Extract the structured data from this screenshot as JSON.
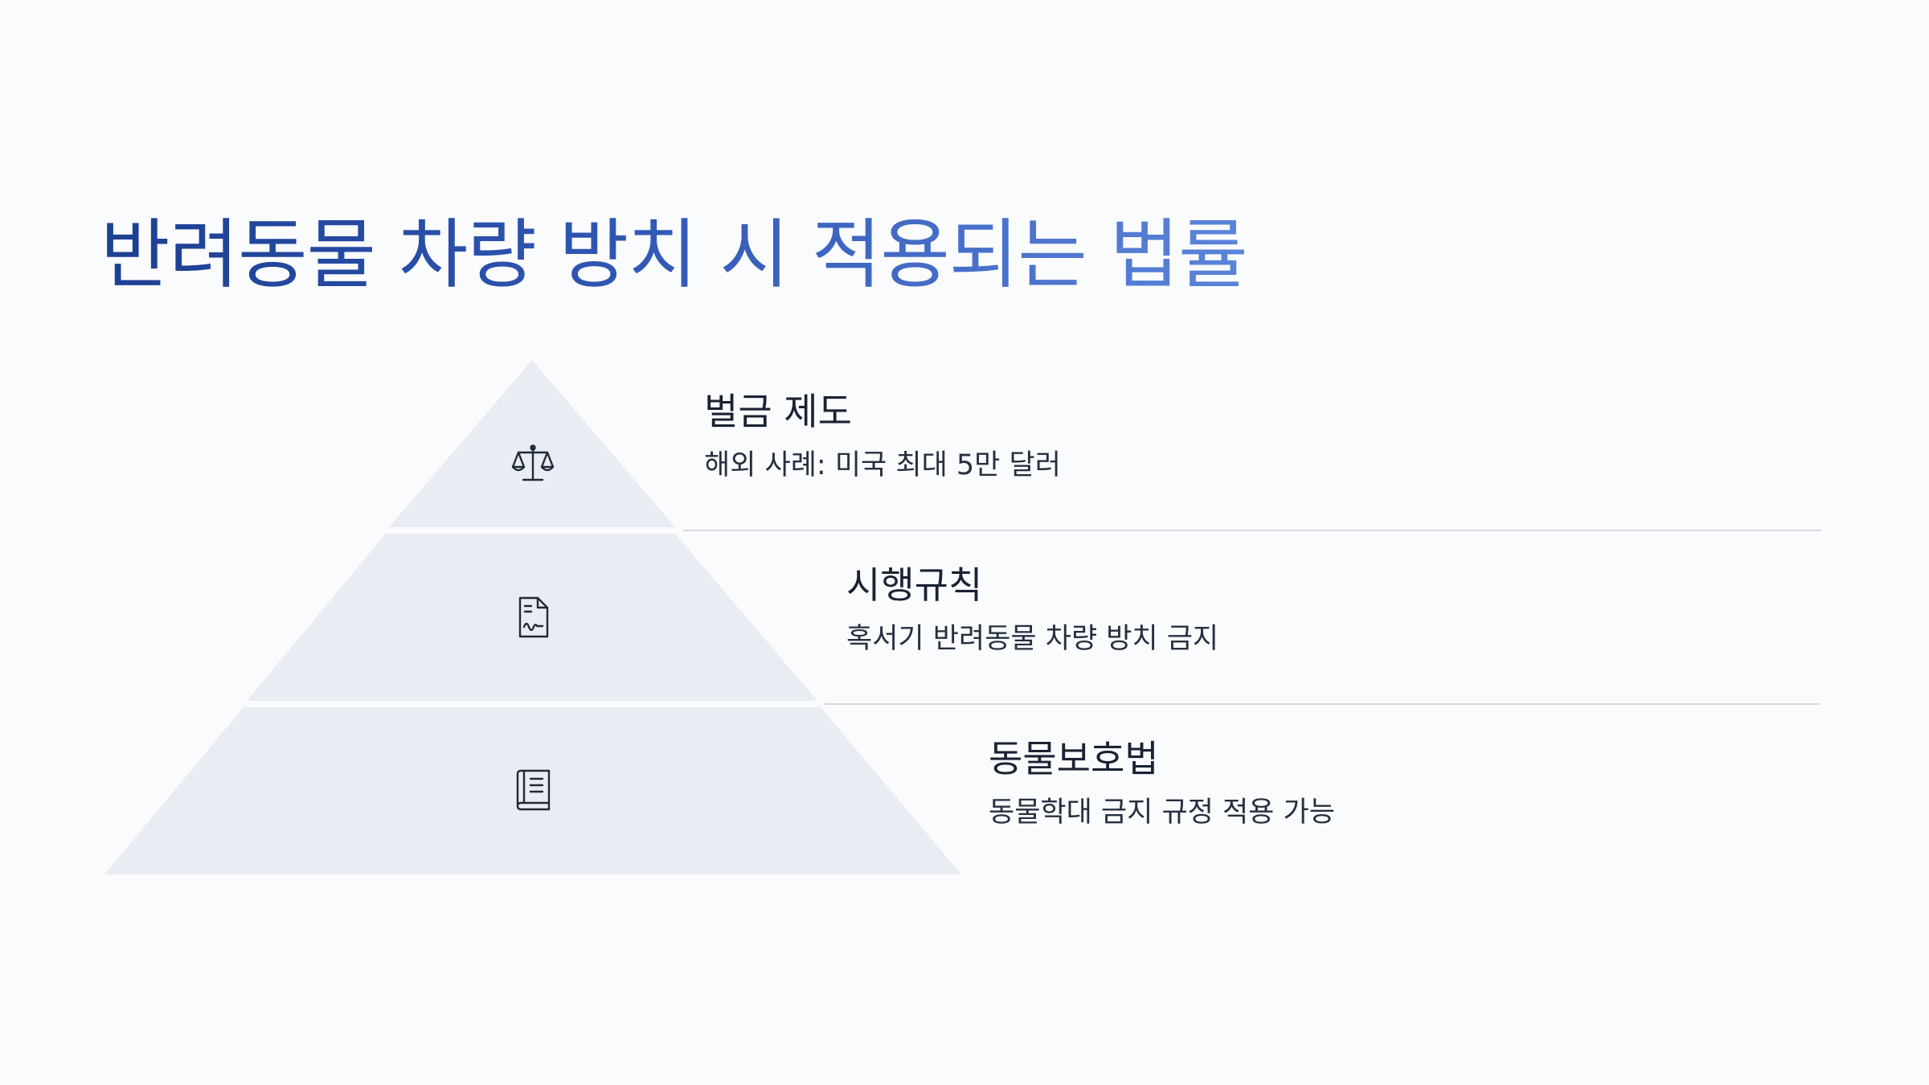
{
  "title": "반려동물 차량 방치 시 적용되는 법률",
  "colors": {
    "title_start": "#1d3f91",
    "title_end": "#5b84da",
    "pyramid_fill": "#e9ecf3",
    "divider": "#d5d8de",
    "text": "#1a2233",
    "background": "#f9fbfd"
  },
  "levels": [
    {
      "title": "벌금 제도",
      "description": "해외 사례: 미국 최대 5만 달러",
      "icon": "scale-icon"
    },
    {
      "title": "시행규칙",
      "description": "혹서기 반려동물 차량 방치 금지",
      "icon": "document-signature-icon"
    },
    {
      "title": "동물보호법",
      "description": "동물학대 금지 규정 적용 가능",
      "icon": "law-book-icon"
    }
  ]
}
